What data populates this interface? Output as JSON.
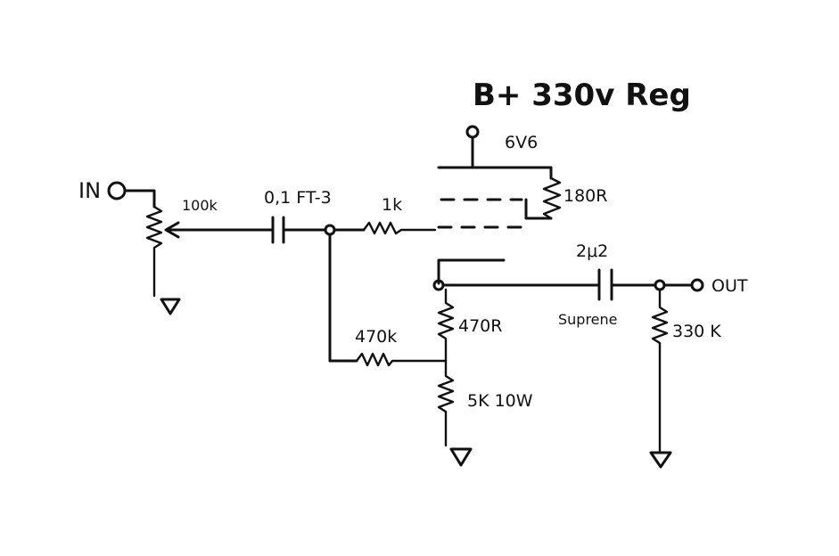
{
  "title": "B+ 330v Reg",
  "labels": {
    "tube": "6V6",
    "cathode_resistor": "180R",
    "input": "IN",
    "volume_pot": "100k",
    "input_cap": "0,1 FT-3",
    "grid_stopper": "1k",
    "output_cap": "2μ2",
    "output": "OUT",
    "output_cap_type": "Suprene",
    "plate_resistor": "470R",
    "feedback_resistor": "470k",
    "load_resistor": "5K 10W",
    "output_resistor": "330 K"
  }
}
